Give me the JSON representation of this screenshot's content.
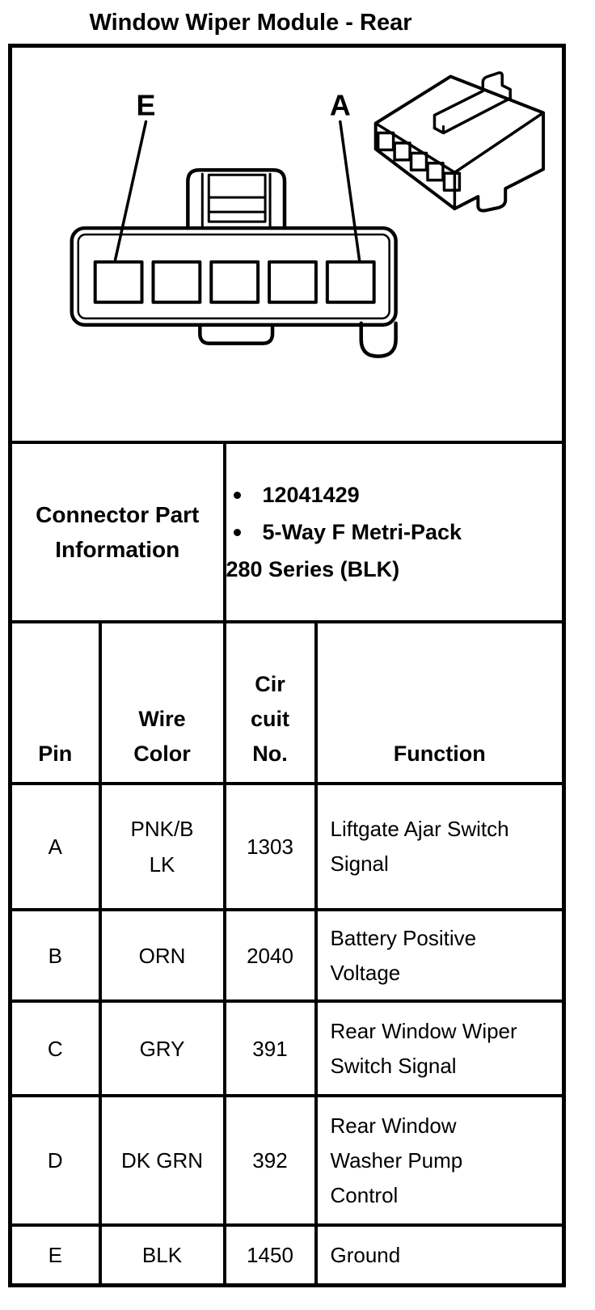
{
  "title": "Window Wiper Module - Rear",
  "diagram": {
    "pin_label_left": "E",
    "pin_label_right": "A",
    "pin_count": 5
  },
  "connector_part_information": {
    "label": "Connector Part Information",
    "bullet_items": [
      "12041429",
      "5-Way F Metri-Pack"
    ],
    "continuation_line": "280 Series (BLK)"
  },
  "pin_table": {
    "headers": {
      "pin": "Pin",
      "wire_color": "Wire\nColor",
      "circuit_no": "Cir\ncuit\nNo.",
      "function": "Function"
    },
    "rows": [
      {
        "pin": "A",
        "wire_color": "PNK/B\nLK",
        "circuit_no": "1303",
        "function": "Liftgate Ajar Switch\nSignal"
      },
      {
        "pin": "B",
        "wire_color": "ORN",
        "circuit_no": "2040",
        "function": "Battery Positive\nVoltage"
      },
      {
        "pin": "C",
        "wire_color": "GRY",
        "circuit_no": "391",
        "function": "Rear Window Wiper\nSwitch Signal"
      },
      {
        "pin": "D",
        "wire_color": "DK GRN",
        "circuit_no": "392",
        "function": "Rear Window\nWasher Pump\nControl"
      },
      {
        "pin": "E",
        "wire_color": "BLK",
        "circuit_no": "1450",
        "function": "Ground"
      }
    ]
  },
  "colors": {
    "ink": "#000000",
    "background": "#ffffff"
  }
}
